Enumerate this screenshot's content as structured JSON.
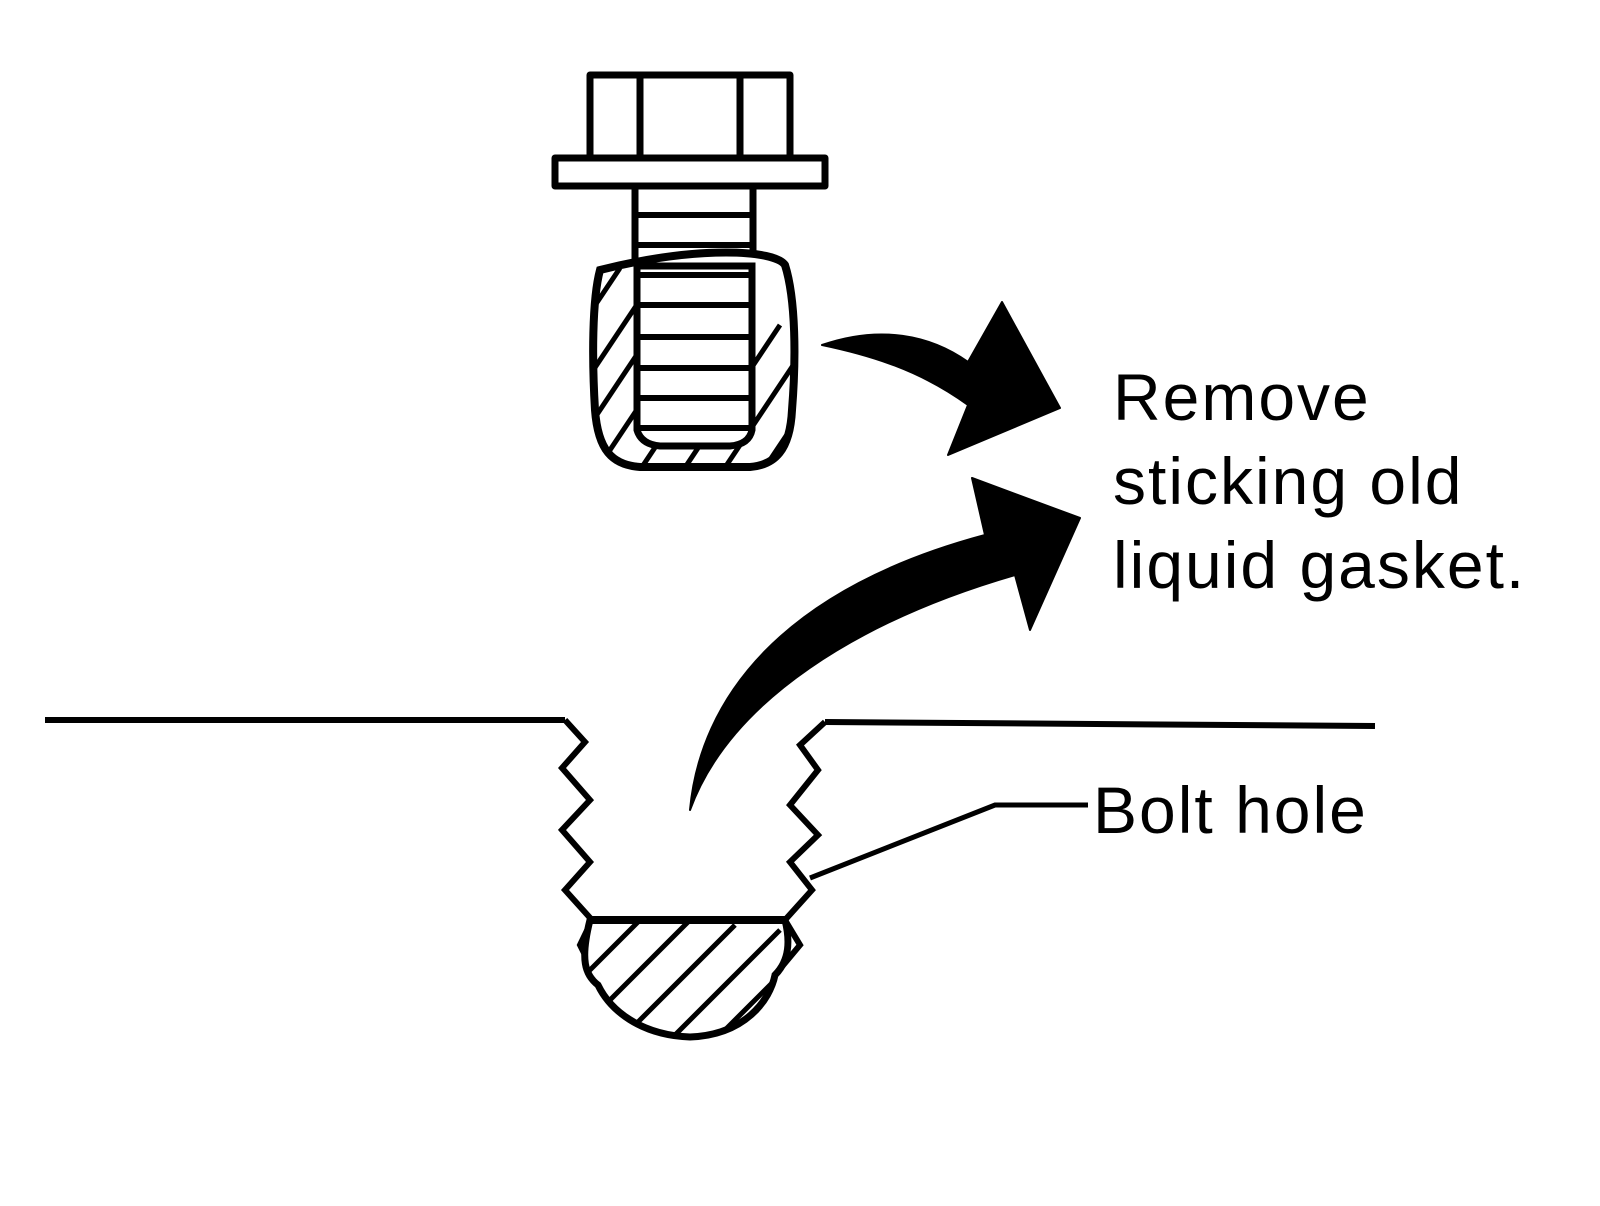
{
  "callouts": {
    "remove_instruction": {
      "line1": "Remove",
      "line2": "sticking old",
      "line3": "liquid gasket."
    },
    "bolt_hole": "Bolt hole"
  },
  "colors": {
    "ink": "#000000",
    "paper": "#ffffff"
  },
  "icons": {
    "bolt": "bolt-icon",
    "arrow": "curved-arrow-icon",
    "hole": "threaded-hole-icon"
  }
}
